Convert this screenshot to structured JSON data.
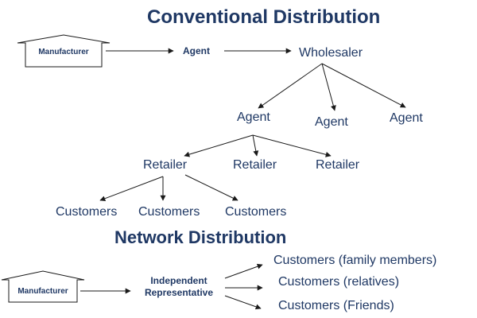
{
  "colors": {
    "text": "#1f3864",
    "line": "#1a1a1a",
    "background": "#ffffff"
  },
  "conventional": {
    "title": "Conventional Distribution",
    "manufacturer": "Manufacturer",
    "agent_top": "Agent",
    "wholesaler": "Wholesaler",
    "agents": [
      "Agent",
      "Agent",
      "Agent"
    ],
    "retailers": [
      "Retailer",
      "Retailer",
      "Retailer"
    ],
    "customers": [
      "Customers",
      "Customers",
      "Customers"
    ]
  },
  "network": {
    "title": "Network Distribution",
    "manufacturer": "Manufacturer",
    "rep_line1": "Independent",
    "rep_line2": "Representative",
    "customers": [
      "Customers (family members)",
      "Customers (relatives)",
      "Customers (Friends)"
    ]
  }
}
